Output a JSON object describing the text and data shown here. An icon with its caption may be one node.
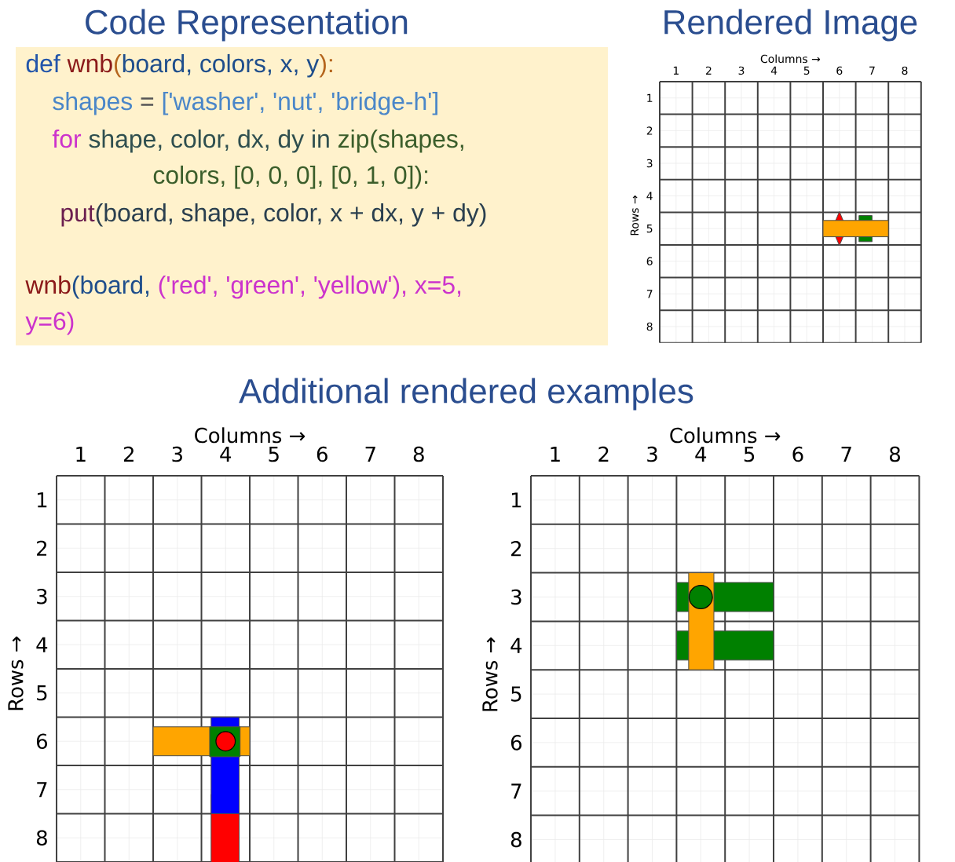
{
  "diagram": {
    "labels": [
      "Code Representation",
      "def",
      "wnb",
      "(",
      "board, colors, x, y",
      "):",
      "shapes",
      "=",
      "['washer', 'nut', 'bridge-h']",
      "for",
      "shape, color, dx, dy in",
      "zip(shapes,",
      "colors, [0, 0, 0], [0, 1, 0]):",
      "put",
      "(board, shape, color, x + dx, y + dy)",
      "wnb",
      "(board,",
      "('red', 'green', 'yellow'), x=5,",
      "y=6)",
      "Rendered Image",
      "Columns →",
      "1",
      "2",
      "3",
      "4",
      "5",
      "6",
      "7",
      "8",
      "Rows →",
      "1",
      "2",
      "3",
      "4",
      "5",
      "6",
      "7",
      "8",
      "Additional rendered examples",
      "Columns →",
      "1",
      "2",
      "3",
      "4",
      "5",
      "6",
      "7",
      "8",
      "Rows →",
      "1",
      "2",
      "3",
      "4",
      "5",
      "6",
      "7",
      "8",
      "Columns →",
      "1",
      "2",
      "3",
      "4",
      "5",
      "6",
      "7",
      "8",
      "Rows →",
      "1",
      "2",
      "3",
      "4",
      "5",
      "6",
      "7",
      "8"
    ]
  }
}
